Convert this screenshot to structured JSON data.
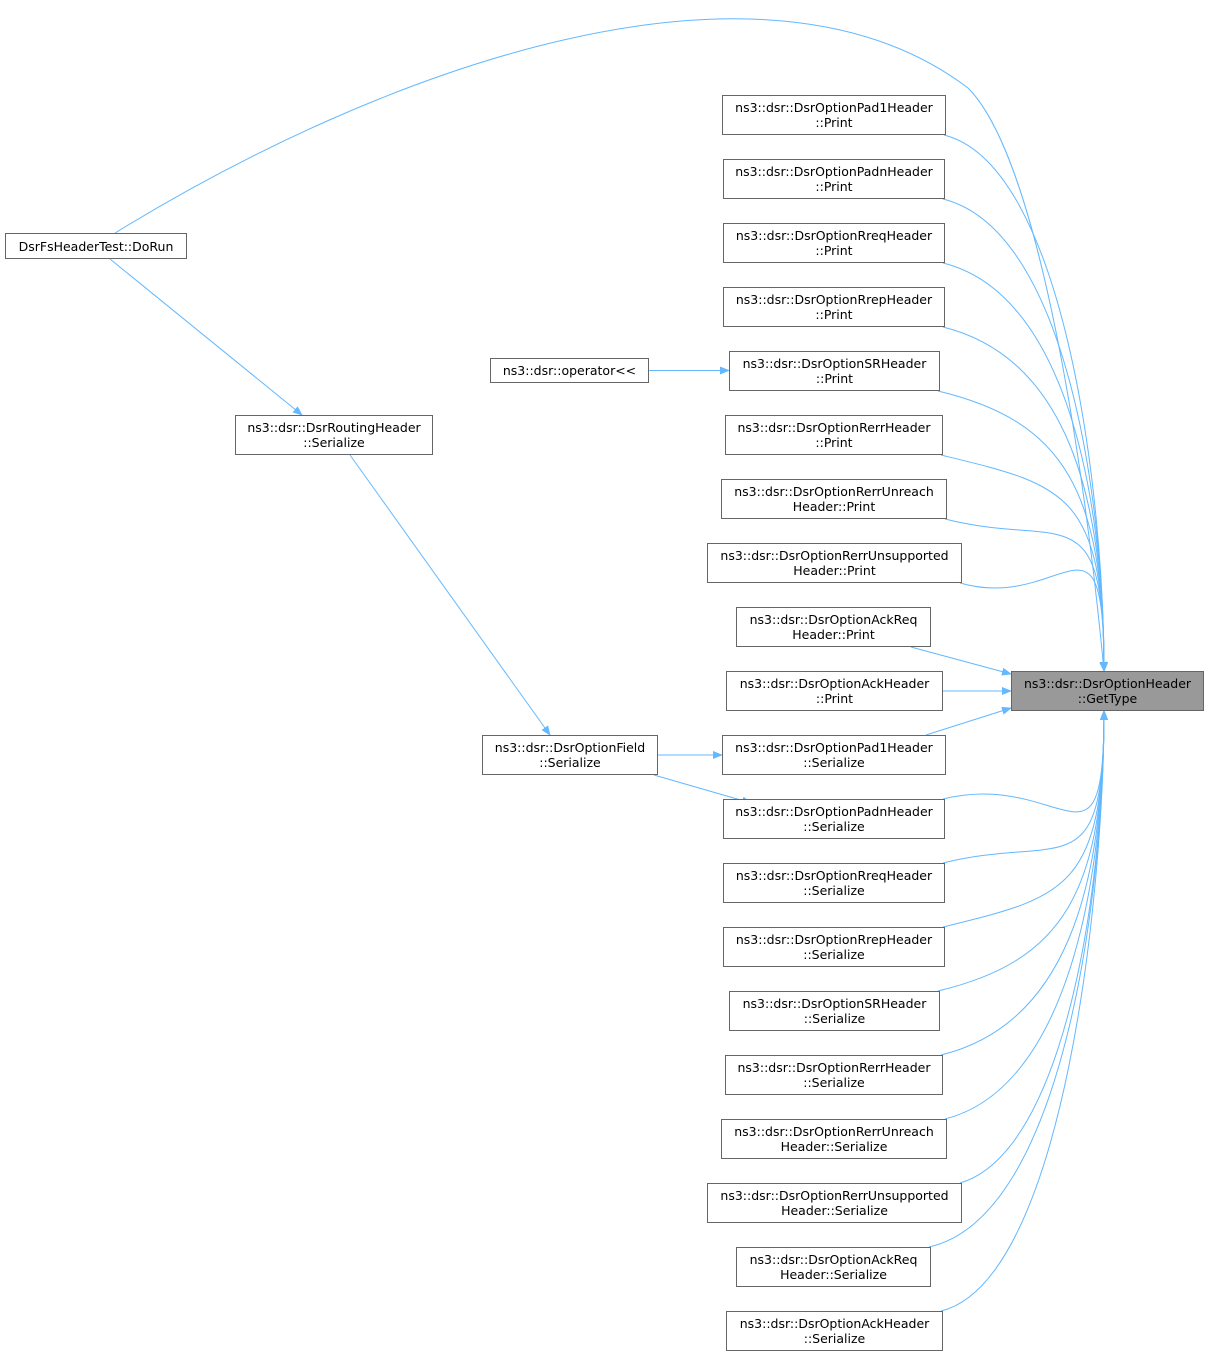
{
  "edge_color": "#63b8ff",
  "node_border_color": "#666666",
  "root_fill_color": "#999999",
  "nodes": {
    "target": {
      "lines": [
        "ns3::dsr::DsrOptionHeader",
        "::GetType"
      ]
    },
    "dorun": {
      "lines": [
        "DsrFsHeaderTest::DoRun"
      ]
    },
    "routing_serialize": {
      "lines": [
        "ns3::dsr::DsrRoutingHeader",
        "::Serialize"
      ]
    },
    "field_serialize": {
      "lines": [
        "ns3::dsr::DsrOptionField",
        "::Serialize"
      ]
    },
    "operator": {
      "lines": [
        "ns3::dsr::operator<<"
      ]
    },
    "pad1_print": {
      "lines": [
        "ns3::dsr::DsrOptionPad1Header",
        "::Print"
      ]
    },
    "padn_print": {
      "lines": [
        "ns3::dsr::DsrOptionPadnHeader",
        "::Print"
      ]
    },
    "rreq_print": {
      "lines": [
        "ns3::dsr::DsrOptionRreqHeader",
        "::Print"
      ]
    },
    "rrep_print": {
      "lines": [
        "ns3::dsr::DsrOptionRrepHeader",
        "::Print"
      ]
    },
    "sr_print": {
      "lines": [
        "ns3::dsr::DsrOptionSRHeader",
        "::Print"
      ]
    },
    "rerr_print": {
      "lines": [
        "ns3::dsr::DsrOptionRerrHeader",
        "::Print"
      ]
    },
    "rerrunreach_print": {
      "lines": [
        "ns3::dsr::DsrOptionRerrUnreach",
        "Header::Print"
      ]
    },
    "rerrunsup_print": {
      "lines": [
        "ns3::dsr::DsrOptionRerrUnsupported",
        "Header::Print"
      ]
    },
    "ackreq_print": {
      "lines": [
        "ns3::dsr::DsrOptionAckReq",
        "Header::Print"
      ]
    },
    "ack_print": {
      "lines": [
        "ns3::dsr::DsrOptionAckHeader",
        "::Print"
      ]
    },
    "pad1_serialize": {
      "lines": [
        "ns3::dsr::DsrOptionPad1Header",
        "::Serialize"
      ]
    },
    "padn_serialize": {
      "lines": [
        "ns3::dsr::DsrOptionPadnHeader",
        "::Serialize"
      ]
    },
    "rreq_serialize": {
      "lines": [
        "ns3::dsr::DsrOptionRreqHeader",
        "::Serialize"
      ]
    },
    "rrep_serialize": {
      "lines": [
        "ns3::dsr::DsrOptionRrepHeader",
        "::Serialize"
      ]
    },
    "sr_serialize": {
      "lines": [
        "ns3::dsr::DsrOptionSRHeader",
        "::Serialize"
      ]
    },
    "rerr_serialize": {
      "lines": [
        "ns3::dsr::DsrOptionRerrHeader",
        "::Serialize"
      ]
    },
    "rerrunreach_serialize": {
      "lines": [
        "ns3::dsr::DsrOptionRerrUnreach",
        "Header::Serialize"
      ]
    },
    "rerrunsup_serialize": {
      "lines": [
        "ns3::dsr::DsrOptionRerrUnsupported",
        "Header::Serialize"
      ]
    },
    "ackreq_serialize": {
      "lines": [
        "ns3::dsr::DsrOptionAckReq",
        "Header::Serialize"
      ]
    },
    "ack_serialize": {
      "lines": [
        "ns3::dsr::DsrOptionAckHeader",
        "::Serialize"
      ]
    }
  },
  "edges": [
    {
      "from": "dorun",
      "to": "target"
    },
    {
      "from": "pad1_print",
      "to": "target"
    },
    {
      "from": "padn_print",
      "to": "target"
    },
    {
      "from": "rreq_print",
      "to": "target"
    },
    {
      "from": "rrep_print",
      "to": "target"
    },
    {
      "from": "sr_print",
      "to": "target"
    },
    {
      "from": "rerr_print",
      "to": "target"
    },
    {
      "from": "rerrunreach_print",
      "to": "target"
    },
    {
      "from": "rerrunsup_print",
      "to": "target"
    },
    {
      "from": "ackreq_print",
      "to": "target"
    },
    {
      "from": "ack_print",
      "to": "target"
    },
    {
      "from": "pad1_serialize",
      "to": "target"
    },
    {
      "from": "padn_serialize",
      "to": "target"
    },
    {
      "from": "rreq_serialize",
      "to": "target"
    },
    {
      "from": "rrep_serialize",
      "to": "target"
    },
    {
      "from": "sr_serialize",
      "to": "target"
    },
    {
      "from": "rerr_serialize",
      "to": "target"
    },
    {
      "from": "rerrunreach_serialize",
      "to": "target"
    },
    {
      "from": "rerrunsup_serialize",
      "to": "target"
    },
    {
      "from": "ackreq_serialize",
      "to": "target"
    },
    {
      "from": "ack_serialize",
      "to": "target"
    },
    {
      "from": "operator",
      "to": "sr_print"
    },
    {
      "from": "dorun",
      "to": "routing_serialize"
    },
    {
      "from": "routing_serialize",
      "to": "field_serialize"
    },
    {
      "from": "field_serialize",
      "to": "pad1_serialize"
    },
    {
      "from": "field_serialize",
      "to": "padn_serialize"
    }
  ]
}
